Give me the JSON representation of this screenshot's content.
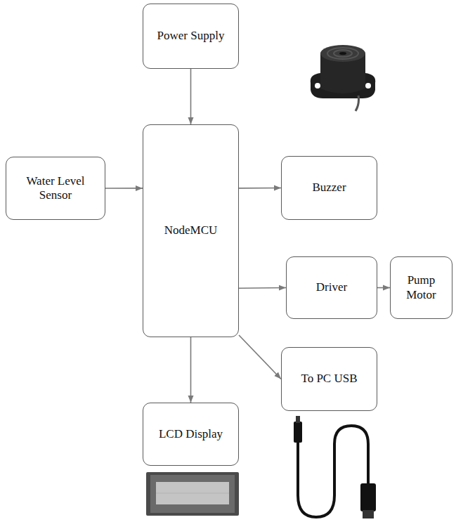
{
  "diagram": {
    "nodes": [
      {
        "text": [
          "Power Supply"
        ]
      },
      {
        "text": [
          "Water Level Sensor"
        ]
      },
      {
        "text": [
          "NodeMCU"
        ]
      },
      {
        "text": [
          "Buzzer"
        ]
      },
      {
        "text": [
          "Driver"
        ]
      },
      {
        "text": [
          "Pump Motor"
        ]
      },
      {
        "text": [
          "To PC USB"
        ]
      },
      {
        "text": [
          "LCD Display"
        ]
      }
    ],
    "edges": [
      {
        "from": 0,
        "to": 2,
        "arrow": "to"
      },
      {
        "from": 1,
        "to": 2,
        "arrow": "to"
      },
      {
        "from": 2,
        "to": 3,
        "arrow": "to"
      },
      {
        "from": 2,
        "to": 4,
        "arrow": "to"
      },
      {
        "from": 4,
        "to": 5,
        "arrow": "to"
      },
      {
        "from": 2,
        "to": 6,
        "arrow": "to"
      },
      {
        "from": 2,
        "to": 7,
        "arrow": "to"
      }
    ]
  }
}
